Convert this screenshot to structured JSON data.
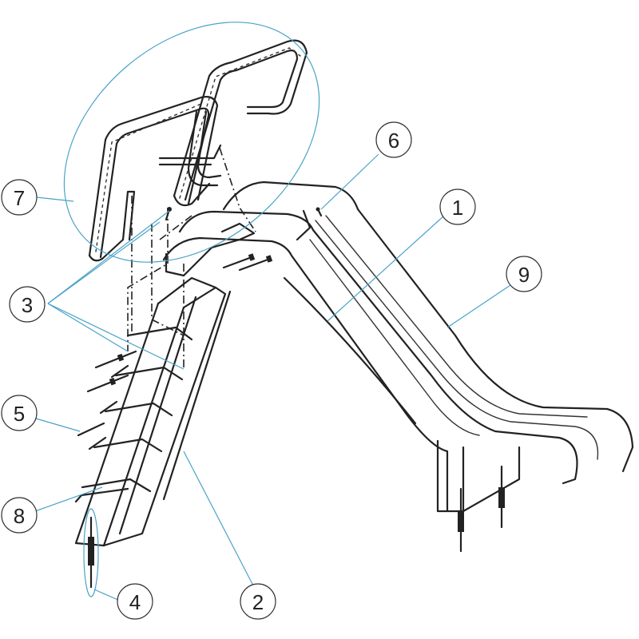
{
  "callouts": [
    {
      "id": "1",
      "label": "1"
    },
    {
      "id": "2",
      "label": "2"
    },
    {
      "id": "3",
      "label": "3"
    },
    {
      "id": "4",
      "label": "4"
    },
    {
      "id": "5",
      "label": "5"
    },
    {
      "id": "6",
      "label": "6"
    },
    {
      "id": "7",
      "label": "7"
    },
    {
      "id": "8",
      "label": "8"
    },
    {
      "id": "9",
      "label": "9"
    }
  ],
  "colors": {
    "line_art": "#222222",
    "callout_leader": "#4aa3c8",
    "callout_circle_stroke": "#333333",
    "background": "#ffffff"
  }
}
